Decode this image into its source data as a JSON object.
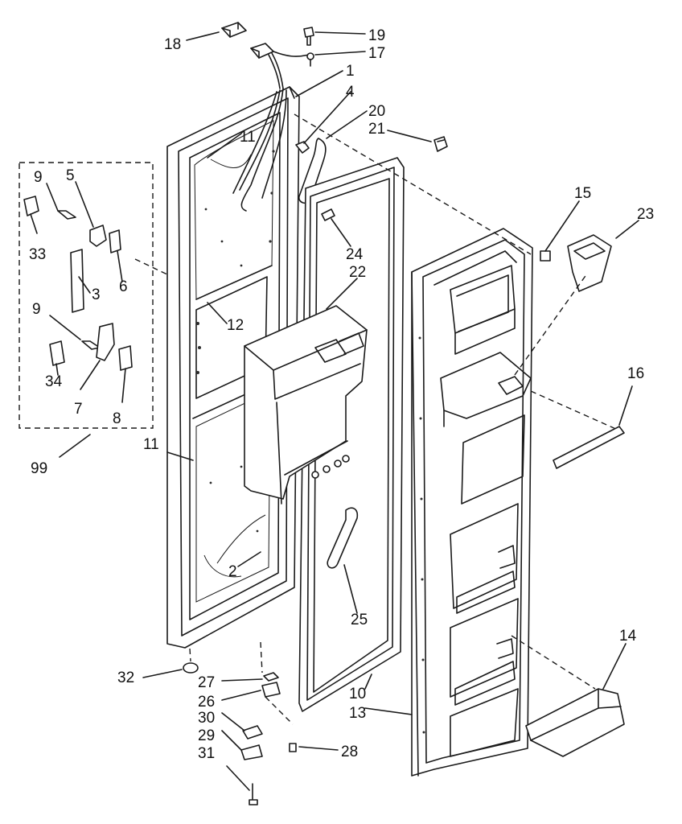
{
  "callouts": [
    {
      "id": "c18",
      "text": "18"
    },
    {
      "id": "c19",
      "text": "19"
    },
    {
      "id": "c17",
      "text": "17"
    },
    {
      "id": "c1",
      "text": "1"
    },
    {
      "id": "c4",
      "text": "4"
    },
    {
      "id": "c20",
      "text": "20"
    },
    {
      "id": "c21",
      "text": "21"
    },
    {
      "id": "c11a",
      "text": "11"
    },
    {
      "id": "c9a",
      "text": "9"
    },
    {
      "id": "c5",
      "text": "5"
    },
    {
      "id": "c33",
      "text": "33"
    },
    {
      "id": "c3",
      "text": "3"
    },
    {
      "id": "c6",
      "text": "6"
    },
    {
      "id": "c9b",
      "text": "9"
    },
    {
      "id": "c34",
      "text": "34"
    },
    {
      "id": "c7",
      "text": "7"
    },
    {
      "id": "c8",
      "text": "8"
    },
    {
      "id": "c99",
      "text": "99"
    },
    {
      "id": "c11b",
      "text": "11"
    },
    {
      "id": "c12",
      "text": "12"
    },
    {
      "id": "c24",
      "text": "24"
    },
    {
      "id": "c22",
      "text": "22"
    },
    {
      "id": "c15",
      "text": "15"
    },
    {
      "id": "c23",
      "text": "23"
    },
    {
      "id": "c16",
      "text": "16"
    },
    {
      "id": "c2",
      "text": "2"
    },
    {
      "id": "c25",
      "text": "25"
    },
    {
      "id": "c14",
      "text": "14"
    },
    {
      "id": "c32",
      "text": "32"
    },
    {
      "id": "c27",
      "text": "27"
    },
    {
      "id": "c26",
      "text": "26"
    },
    {
      "id": "c30",
      "text": "30"
    },
    {
      "id": "c29",
      "text": "29"
    },
    {
      "id": "c31",
      "text": "31"
    },
    {
      "id": "c28",
      "text": "28"
    },
    {
      "id": "c10",
      "text": "10"
    },
    {
      "id": "c13",
      "text": "13"
    }
  ]
}
